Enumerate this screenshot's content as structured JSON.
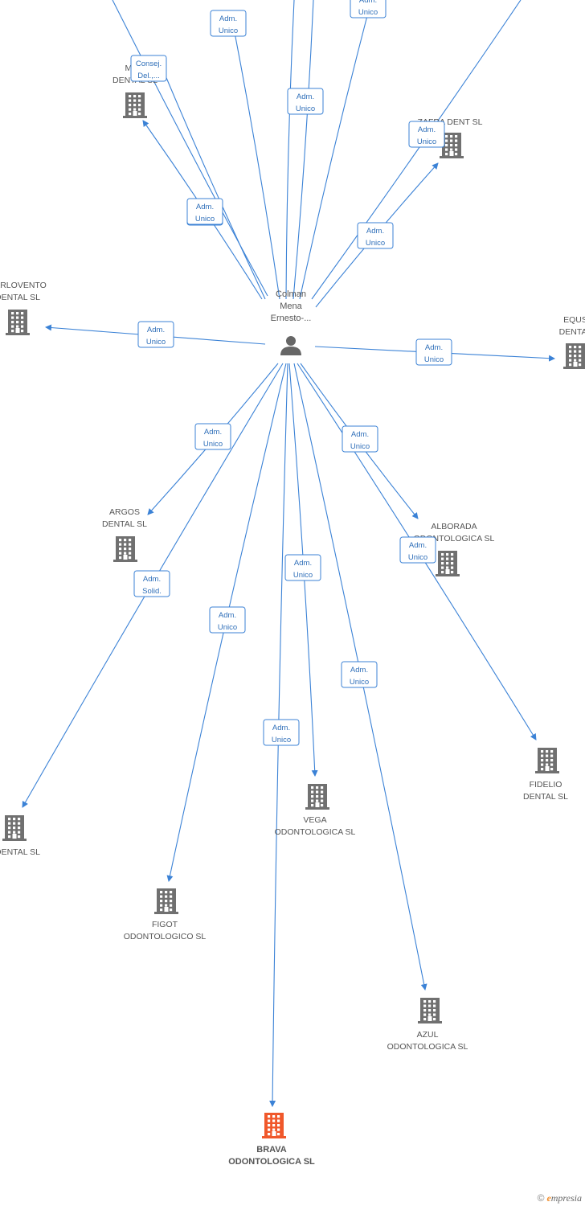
{
  "person": {
    "label_lines": [
      "Colman",
      "Mena",
      "Ernesto-..."
    ]
  },
  "companies": [
    {
      "id": "mu",
      "label_lines": [
        "MU...",
        "DENTAL SL"
      ]
    },
    {
      "id": "zaf",
      "label_lines": [
        "ZAFRA DENT SL"
      ]
    },
    {
      "id": "barlovento",
      "label_lines": [
        "BARLOVENTO",
        "DENTAL SL"
      ]
    },
    {
      "id": "equs",
      "label_lines": [
        "EQUS",
        "DENTAL"
      ]
    },
    {
      "id": "argos",
      "label_lines": [
        "ARGOS",
        "DENTAL SL"
      ]
    },
    {
      "id": "alborada",
      "label_lines": [
        "ALBORADA",
        "ODONTOLOGICA SL"
      ]
    },
    {
      "id": "fidelio",
      "label_lines": [
        "FIDELIO",
        "DENTAL SL"
      ]
    },
    {
      "id": "leftdental",
      "label_lines": [
        "DENTAL SL"
      ]
    },
    {
      "id": "vega",
      "label_lines": [
        "VEGA",
        "ODONTOLOGICA SL"
      ]
    },
    {
      "id": "figot",
      "label_lines": [
        "FIGOT",
        "ODONTOLOGICO SL"
      ]
    },
    {
      "id": "azul",
      "label_lines": [
        "AZUL",
        "ODONTOLOGICA SL"
      ]
    },
    {
      "id": "brava",
      "label_lines": [
        "BRAVA",
        "ODONTOLOGICA SL"
      ],
      "highlight": true
    }
  ],
  "roles": {
    "adm_unico": [
      "Adm.",
      "Unico"
    ],
    "consej": [
      "Consej.",
      "Del.,..."
    ],
    "adm_solid": [
      "Adm.",
      "Solid."
    ]
  },
  "colors": {
    "edge": "#3b82d6",
    "node": "#707070",
    "highlight": "#f0582b"
  },
  "footer": {
    "copyright": "©",
    "brand_first": "e",
    "brand_rest": "mpresia"
  }
}
